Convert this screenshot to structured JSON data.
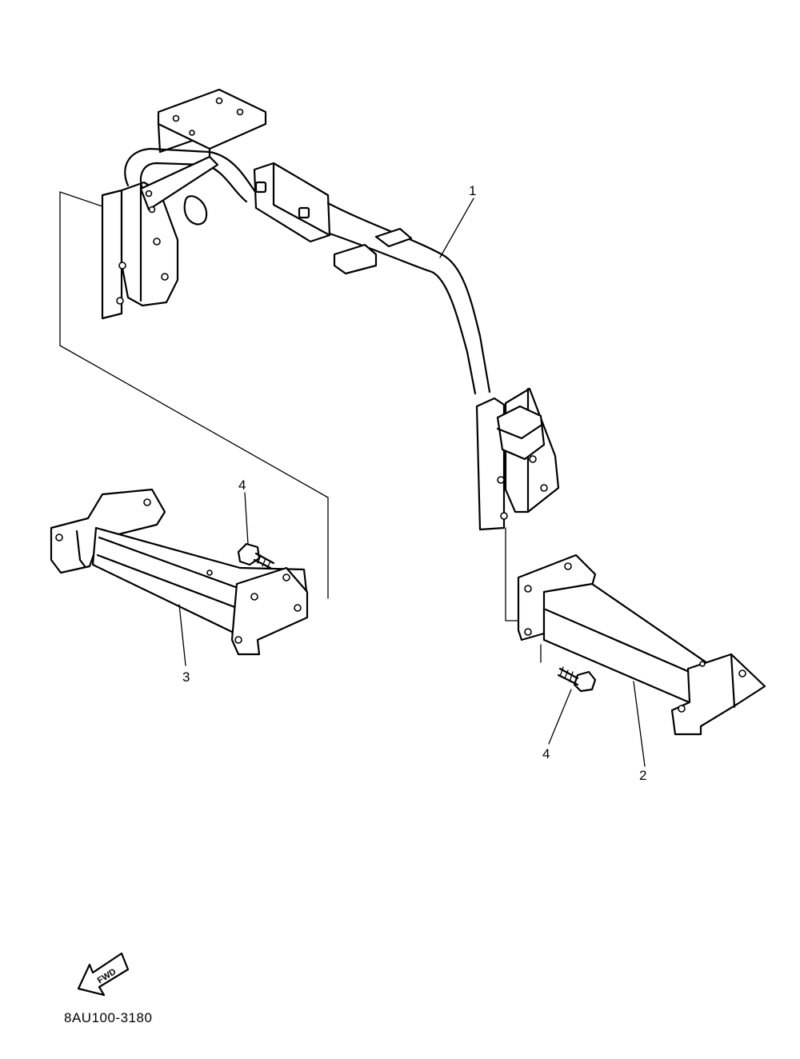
{
  "diagram": {
    "callouts": {
      "part_1": "1",
      "part_2": "2",
      "part_3": "3",
      "part_4_left": "4",
      "part_4_right": "4"
    },
    "fwd_label": "FWD",
    "drawing_code": "8AU100-3180",
    "icons": {
      "direction": "forward-arrow-icon"
    }
  }
}
